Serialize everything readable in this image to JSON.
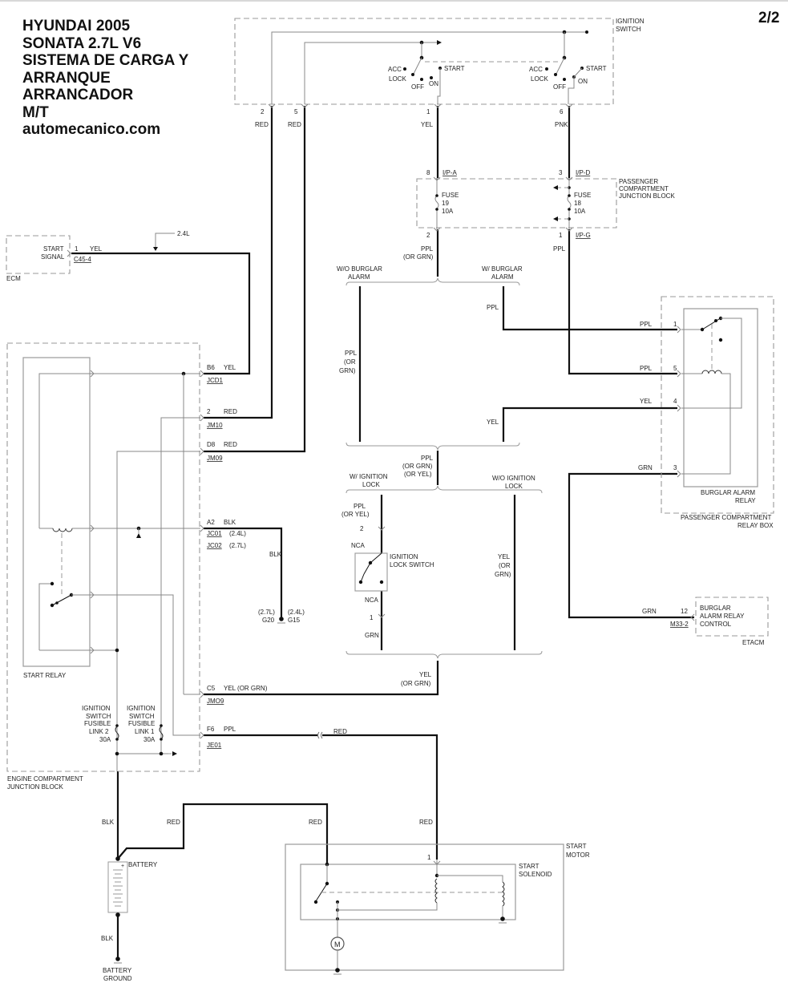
{
  "title": {
    "lines": [
      "HYUNDAI 2005",
      "SONATA 2.7L V6",
      "SISTEMA DE CARGA Y",
      "ARRANQUE",
      "ARRANCADOR",
      "M/T",
      "automecanico.com"
    ]
  },
  "page_indicator": "2/2",
  "components": {
    "ignition_switch": {
      "label1": "IGNITION",
      "label2": "SWITCH",
      "pos_acc": "ACC",
      "pos_lock": "LOCK",
      "pos_off": "OFF",
      "pos_on": "ON",
      "pos_start": "START"
    },
    "ignition_switch_pins": [
      {
        "pin": "2",
        "wire": "RED"
      },
      {
        "pin": "5",
        "wire": "RED"
      },
      {
        "pin": "1",
        "wire": "YEL"
      },
      {
        "pin": "6",
        "wire": "PNK"
      }
    ],
    "pcjb": {
      "label1": "PASSENGER",
      "label2": "COMPARTMENT",
      "label3": "JUNCTION BLOCK",
      "fuse19": {
        "label": "FUSE",
        "number": "19",
        "rating": "10A",
        "pin_in": "8",
        "conn_in": "I/P-A",
        "pin_out": "2",
        "wire_out1": "PPL",
        "wire_out2": "(OR GRN)"
      },
      "fuse18": {
        "label": "FUSE",
        "number": "18",
        "rating": "10A",
        "pin_in": "3",
        "conn_in": "I/P-D",
        "pin_out": "1",
        "conn_out": "I/P-G",
        "wire_out": "PPL"
      }
    },
    "ecm": {
      "label": "ECM",
      "signal1": "START",
      "signal2": "SIGNAL",
      "pin": "1",
      "wire": "YEL",
      "connector": "C45-4",
      "variant": "2.4L"
    },
    "burglar_options": {
      "without": [
        "W/O BURGLAR",
        "ALARM"
      ],
      "with": [
        "W/ BURGLAR",
        "ALARM"
      ],
      "wo_wire": [
        "PPL",
        "(OR",
        "GRN)"
      ],
      "w_wire_ppl": "PPL",
      "w_wire_yel": "YEL"
    },
    "merge_wire": [
      "PPL",
      "(OR GRN)",
      "(OR YEL)"
    ],
    "ignition_lock_options": {
      "with": [
        "W/ IGNITION",
        "LOCK"
      ],
      "without": [
        "W/O IGNITION",
        "LOCK"
      ],
      "w_wire": [
        "PPL",
        "(OR YEL)"
      ],
      "wo_wire": [
        "YEL",
        "(OR",
        "GRN)"
      ]
    },
    "ignition_lock_switch": {
      "label1": "IGNITION",
      "label2": "LOCK SWITCH",
      "pin_top": "2",
      "pin_bottom": "1",
      "nca_top": "NCA",
      "nca_bottom": "NCA",
      "wire_bottom": "GRN"
    },
    "c5_wire": [
      "YEL",
      "(OR GRN)"
    ],
    "relay_box": {
      "relay_label1": "BURGLAR ALARM",
      "relay_label2": "RELAY",
      "box_label1": "PASSENGER COMPARTMENT",
      "box_label2": "RELAY BOX",
      "pins": [
        {
          "pin": "1",
          "wire": "PPL"
        },
        {
          "pin": "5",
          "wire": "PPL"
        },
        {
          "pin": "4",
          "wire": "YEL"
        },
        {
          "pin": "3",
          "wire": "GRN"
        }
      ]
    },
    "etacm": {
      "label": "ETACM",
      "func1": "BURGLAR",
      "func2": "ALARM RELAY",
      "func3": "CONTROL",
      "pin": "12",
      "wire": "GRN",
      "connector": "M33-2"
    },
    "ecjb": {
      "label1": "ENGINE COMPARTMENT",
      "label2": "JUNCTION BLOCK",
      "start_relay": "START RELAY",
      "terminals": [
        {
          "pin": "B6",
          "wire": "YEL",
          "connector": "JCD1"
        },
        {
          "pin": "2",
          "wire": "RED",
          "connector": "JM10"
        },
        {
          "pin": "D8",
          "wire": "RED",
          "connector": "JM09"
        },
        {
          "pin": "A2",
          "wire": "BLK",
          "connector": "JC01",
          "variant": "(2.4L)",
          "connector2": "JC02",
          "variant2": "(2.7L)"
        },
        {
          "pin": "C5",
          "wire": "YEL (OR GRN)",
          "connector": "JMO9"
        },
        {
          "pin": "F6",
          "wire": "PPL",
          "connector": "JE01"
        }
      ],
      "fusible_link2": [
        "IGNITION",
        "SWITCH",
        "FUSIBLE",
        "LINK 2",
        "30A"
      ],
      "fusible_link1": [
        "IGNITION",
        "SWITCH",
        "FUSIBLE",
        "LINK 1",
        "30A"
      ]
    },
    "ground_a2": {
      "wire": "BLK",
      "left_variant": "(2.7L)",
      "left_id": "G20",
      "right_variant": "(2.4L)",
      "right_id": "G15"
    },
    "f6_red": "RED",
    "battery": {
      "label": "BATTERY",
      "wire_top": "BLK",
      "wire_red": "RED",
      "wire_bottom": "BLK",
      "ground1": "BATTERY",
      "ground2": "GROUND"
    },
    "start_motor": {
      "label1": "START",
      "label2": "MOTOR",
      "solenoid1": "START",
      "solenoid2": "SOLENOID",
      "pin": "1",
      "wire_left": "RED",
      "wire_right": "RED",
      "motor_symbol": "M"
    }
  }
}
